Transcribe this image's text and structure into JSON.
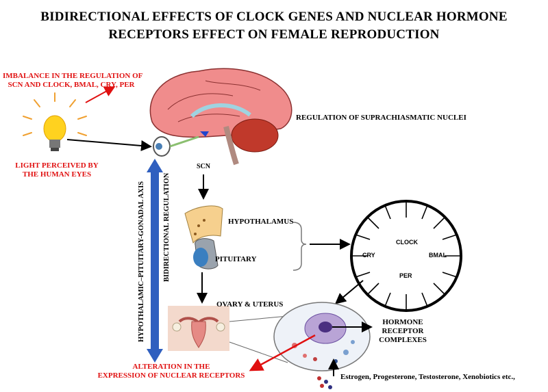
{
  "title_line1": "BIDIRECTIONAL EFFECTS OF CLOCK GENES AND NUCLEAR HORMONE",
  "title_line2": "RECEPTORS EFFECT ON FEMALE REPRODUCTION",
  "imbalance_line1": "IMBALANCE IN THE REGULATION OF",
  "imbalance_line2": "SCN AND CLOCK, BMAL, CRY, PER",
  "light_line1": "LIGHT PERCEIVED BY",
  "light_line2": "THE HUMAN EYES",
  "scn_regulation": "REGULATION OF SUPRACHIASMATIC NUCLEI",
  "scn": "SCN",
  "hypothalamus": "HYPOTHALAMUS",
  "pituitary": "PITUITARY",
  "ovary_uterus": "OVARY & UTERUS",
  "hpg_axis": "HYPOTHALAMIC–PITUITARY-GONADAL AXIS",
  "bidirectional": "BIDIRECTIONAL REGULATION",
  "clock_labels": {
    "clock": "CLOCK",
    "cry": "CRY",
    "bmal": "BMAL",
    "per": "PER"
  },
  "hormone_line1": "HORMONE",
  "hormone_line2": "RECEPTOR",
  "hormone_line3": "COMPLEXES",
  "alteration_line1": "ALTERATION IN THE",
  "alteration_line2": "EXPRESSION OF NUCLEAR RECEPTORS",
  "hormones_list": "Estrogen, Progesterone, Testosterone, Xenobiotics etc.,",
  "colors": {
    "red": "#e01010",
    "blue_axis": "#2f5fbf",
    "brain": "#f08c8c",
    "cerebellum": "#c0392b"
  }
}
